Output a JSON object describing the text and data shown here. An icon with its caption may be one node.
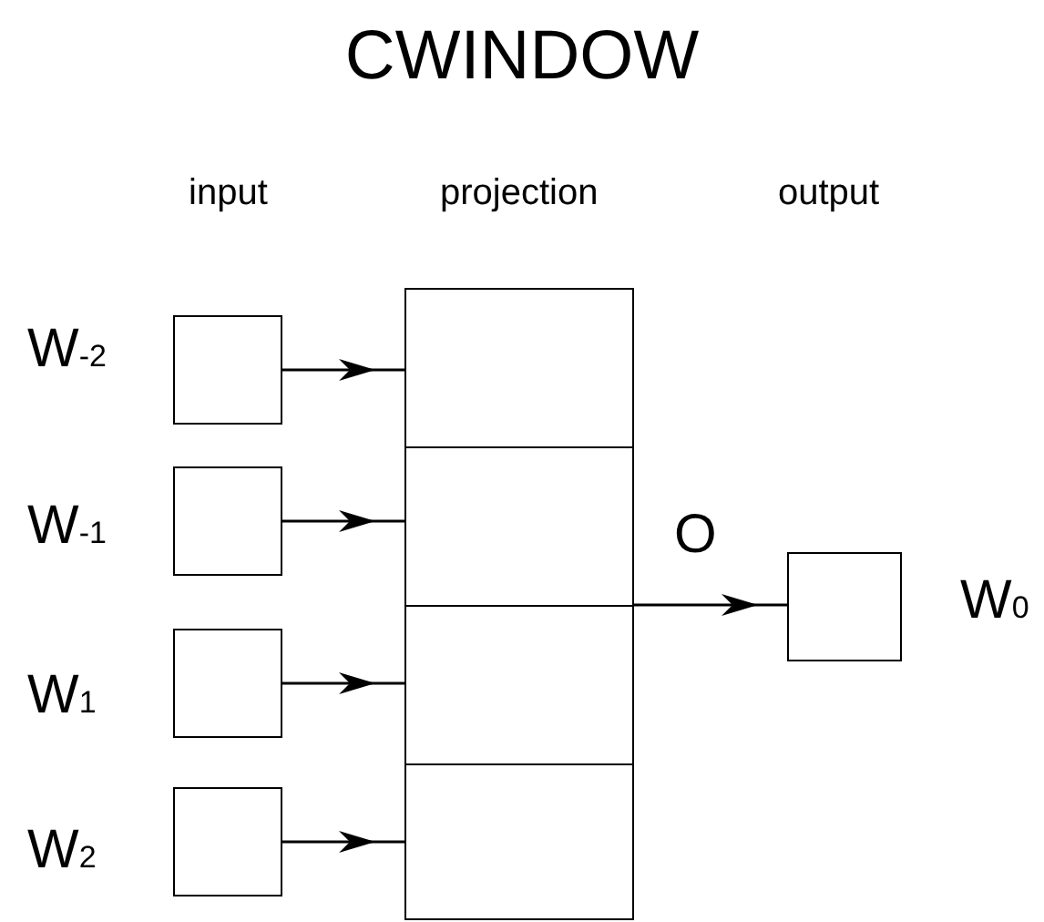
{
  "diagram": {
    "title": "CWINDOW",
    "nodes": [
      {
        "text": [],
        "shape": "box",
        "beside": [
          "W$_{-2}$"
        ]
      },
      {
        "text": [],
        "shape": "box",
        "beside": [
          "W$_{-1}$"
        ]
      },
      {
        "text": [],
        "shape": "box",
        "beside": [
          "W$_{1}$"
        ]
      },
      {
        "text": [],
        "shape": "box",
        "beside": [
          "W$_{2}$"
        ]
      },
      {
        "text": [],
        "shape": "box"
      },
      {
        "text": [],
        "shape": "box"
      },
      {
        "text": [],
        "shape": "box"
      },
      {
        "text": [],
        "shape": "box"
      },
      {
        "text": [],
        "shape": "box",
        "beside": [
          "W$_{0}$"
        ]
      }
    ],
    "edges": [
      {
        "from": 0,
        "to": 4,
        "arrow": "to"
      },
      {
        "from": 1,
        "to": 5,
        "arrow": "to"
      },
      {
        "from": 2,
        "to": 6,
        "arrow": "to"
      },
      {
        "from": 3,
        "to": 7,
        "arrow": "to"
      },
      {
        "from": 6,
        "to": 8,
        "arrow": "to",
        "label": "O"
      }
    ],
    "labels": [
      "input",
      "projection",
      "output"
    ]
  }
}
